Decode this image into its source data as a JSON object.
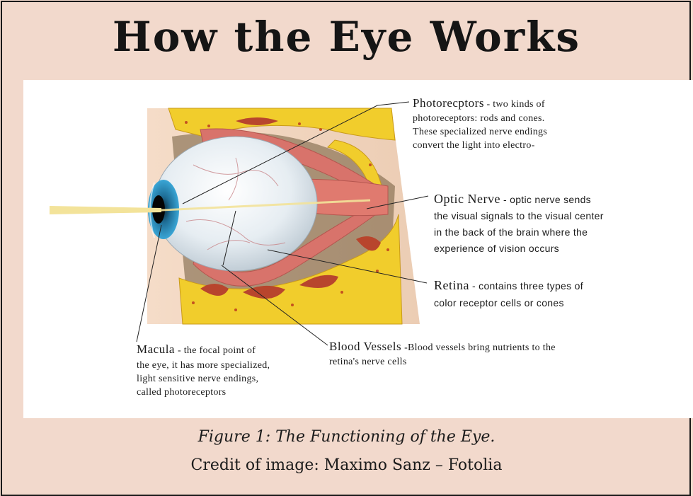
{
  "title": "How the Eye Works",
  "labels": {
    "photoreceptors": {
      "name": "Photorecptors",
      "lines": [
        "- two kinds of",
        "photoreceptors: rods and cones.",
        "These specialized nerve endings",
        "convert the light into electro-"
      ]
    },
    "optic_nerve": {
      "name": "Optic Nerve",
      "lines": [
        "- optic nerve sends",
        "the visual signals to the visual center",
        "in the back of the brain where the",
        "experience of vision occurs"
      ]
    },
    "retina": {
      "name": "Retina",
      "lines": [
        "- contains three types of",
        "color receptor cells or cones"
      ]
    },
    "blood_vessels": {
      "name": "Blood Vessels",
      "lines": [
        "-Blood vessels bring nutrients to the",
        "retina's nerve cells"
      ]
    },
    "macula": {
      "name": "Macula",
      "lines": [
        "- the focal point of",
        "the eye, it has more specialized,",
        "light sensitive nerve endings,",
        "called photoreceptors"
      ]
    }
  },
  "caption": {
    "figure": "Figure 1: The Functioning of the Eye.",
    "credit": "Credit of image: Maximo Sanz – Fotolia"
  },
  "colors": {
    "background": "#f2d9cc",
    "bone": "#f2cf2a",
    "muscle": "#d9736b",
    "iris": "#2e8fbf",
    "light_beam": "#f3e39a"
  }
}
